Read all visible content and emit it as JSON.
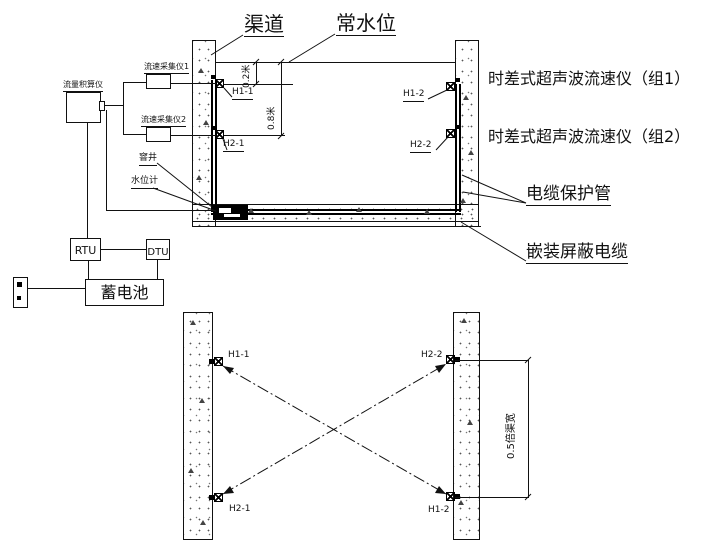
{
  "drawing": {
    "section": {
      "channel_label": "渠道",
      "normal_water_level_label": "常水位",
      "dim_upper": "0.2米",
      "dim_lower": "0.8米",
      "sensor_group1_label": "时差式超声波流速仪（组1）",
      "sensor_group2_label": "时差式超声波流速仪（组2）",
      "cable_protection_pipe_label": "电缆保护管",
      "embedded_shielded_cable_label": "嵌装屏蔽电缆",
      "inspection_well_label": "窨井",
      "water_level_gauge_label": "水位计",
      "transducer_h1_1": "H1-1",
      "transducer_h2_1": "H2-1",
      "transducer_h1_2": "H1-2",
      "transducer_h2_2": "H2-2"
    },
    "equipment": {
      "flow_totalizer_label": "流量积算仪",
      "velocity_collector1_label": "流速采集仪1",
      "velocity_collector2_label": "流速采集仪2",
      "rtu_label": "RTU",
      "dtu_label": "DTU",
      "battery_label": "蓄电池"
    },
    "plan": {
      "transducer_h1_1": "H1-1",
      "transducer_h2_2": "H2-2",
      "transducer_h2_1": "H2-1",
      "transducer_h1_2": "H1-2",
      "spacing_dim_label": "0.5倍渠宽"
    },
    "colors": {
      "line": "#111111",
      "background": "#ffffff"
    }
  }
}
